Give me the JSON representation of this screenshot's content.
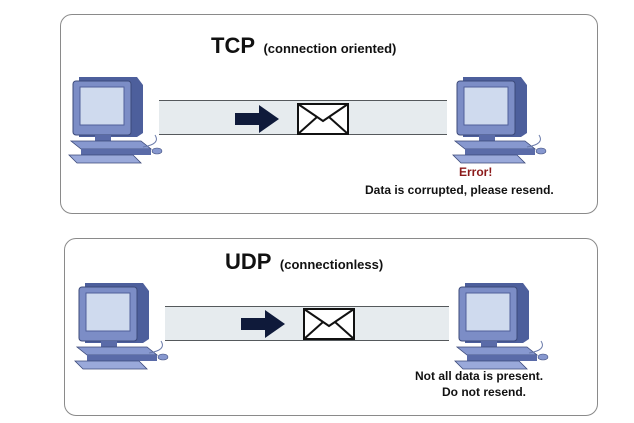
{
  "tcp": {
    "title": "TCP",
    "subtitle": "(connection oriented)",
    "error_label": "Error!",
    "message": "Data is corrupted, please resend."
  },
  "udp": {
    "title": "UDP",
    "subtitle": "(connectionless)",
    "message_line1": "Not all data is present.",
    "message_line2": "Do not resend."
  },
  "icons": [
    "computer-icon",
    "arrow-right-icon",
    "envelope-icon"
  ],
  "colors": {
    "computer_blue": "#6f80b8",
    "computer_screen": "#c9d6ea",
    "arrow": "#0f1a3a",
    "error_red": "#8b1a1a",
    "channel_fill": "#e6ebee"
  }
}
